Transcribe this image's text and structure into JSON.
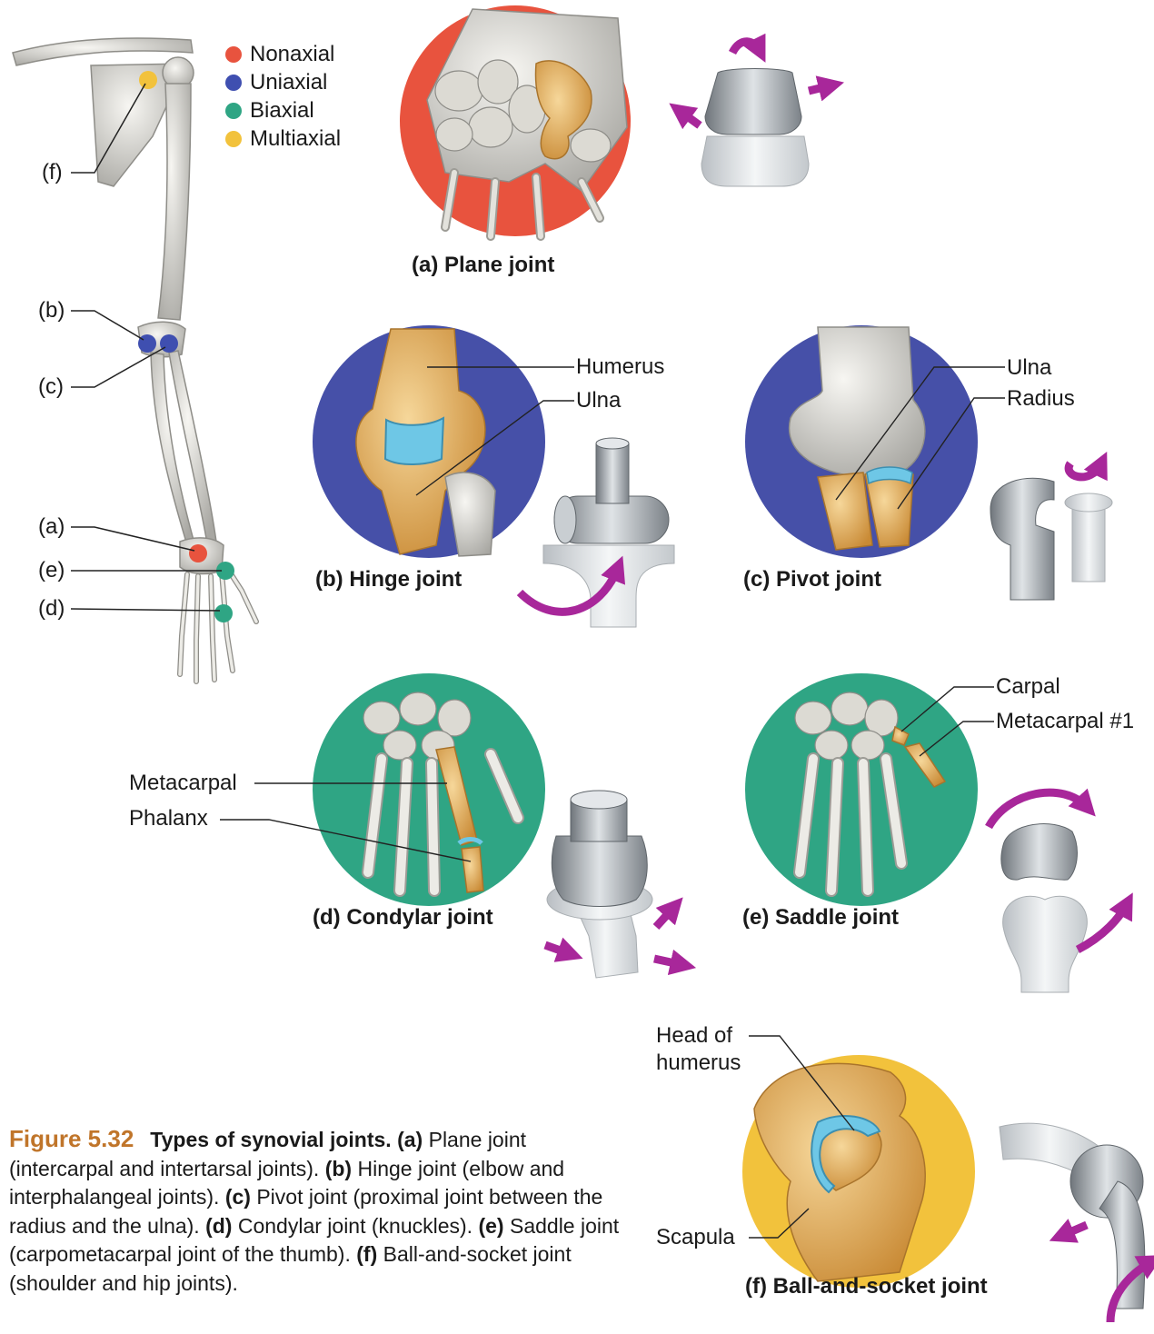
{
  "legend": [
    {
      "label": "Nonaxial",
      "color": "#e8533e"
    },
    {
      "label": "Uniaxial",
      "color": "#3f4fb0"
    },
    {
      "label": "Biaxial",
      "color": "#2fa584"
    },
    {
      "label": "Multiaxial",
      "color": "#f2c23c"
    }
  ],
  "arm_labels": {
    "f": "(f)",
    "b": "(b)",
    "c": "(c)",
    "a": "(a)",
    "e": "(e)",
    "d": "(d)"
  },
  "panels": {
    "a": {
      "caption": "(a) Plane joint",
      "bg": "#e8533e"
    },
    "b": {
      "caption": "(b) Hinge joint",
      "bg": "#4650a8",
      "labels": [
        "Humerus",
        "Ulna"
      ]
    },
    "c": {
      "caption": "(c) Pivot joint",
      "bg": "#4650a8",
      "labels": [
        "Ulna",
        "Radius"
      ]
    },
    "d": {
      "caption": "(d) Condylar joint",
      "bg": "#2fa584",
      "labels": [
        "Metacarpal",
        "Phalanx"
      ]
    },
    "e": {
      "caption": "(e) Saddle joint",
      "bg": "#2fa584",
      "labels": [
        "Carpal",
        "Metacarpal #1"
      ]
    },
    "f": {
      "caption": "(f) Ball-and-socket joint",
      "bg": "#f2c23c",
      "labels": [
        "Head of",
        "humerus",
        "Scapula"
      ]
    }
  },
  "figure": {
    "number": "Figure 5.32",
    "title": "Types of synovial joints.",
    "parts": [
      {
        "tag": "(a)",
        "text": " Plane joint (intercarpal and intertarsal joints). "
      },
      {
        "tag": "(b)",
        "text": " Hinge joint (elbow and interphalangeal joints). "
      },
      {
        "tag": "(c)",
        "text": " Pivot joint (proximal joint between the radius and the ulna). "
      },
      {
        "tag": "(d)",
        "text": " Condylar joint (knuckles). "
      },
      {
        "tag": "(e)",
        "text": " Saddle joint (carpometacarpal joint of the thumb). "
      },
      {
        "tag": "(f)",
        "text": " Ball-and-socket joint (shoulder and hip joints)."
      }
    ]
  },
  "colors": {
    "arrow": "#a8279a",
    "bone": "#e8e6e0",
    "bone_gold": "#e9b659",
    "cartilage": "#6ec7e6",
    "metal": "#9aa0a6",
    "caption_accent": "#c0752a"
  }
}
